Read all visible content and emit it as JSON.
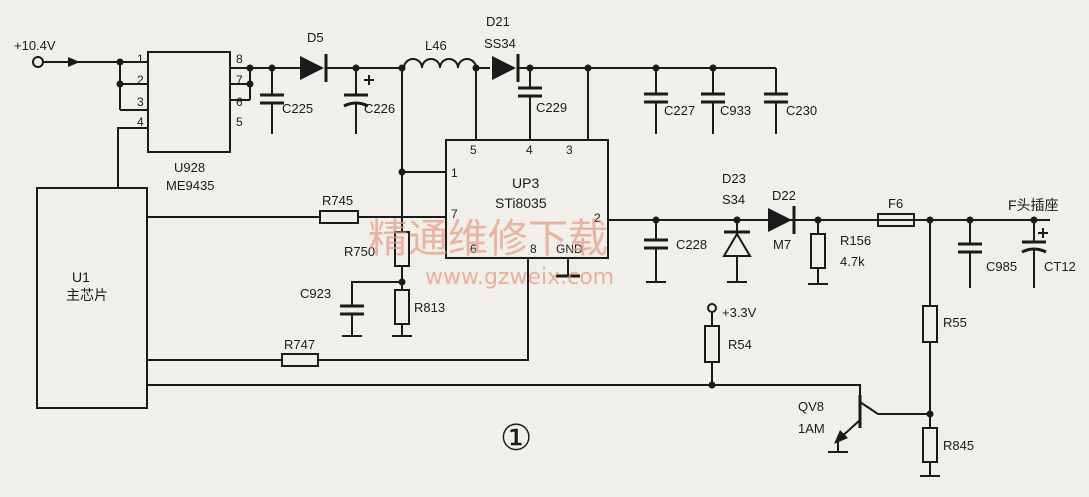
{
  "input_label": "+10.4V",
  "u928": {
    "ref": "U928",
    "part": "ME9435",
    "pins": [
      "1",
      "2",
      "3",
      "4",
      "8",
      "7",
      "6",
      "5"
    ]
  },
  "d5": "D5",
  "l46": "L46",
  "d21": {
    "ref": "D21",
    "part": "SS34"
  },
  "c225": "C225",
  "c226": "C226",
  "c229": "C229",
  "c227": "C227",
  "c933": "C933",
  "c230": "C230",
  "up3": {
    "ref": "UP3",
    "part": "STi8035",
    "pins": [
      "5",
      "4",
      "3",
      "1",
      "7",
      "6",
      "8",
      "2"
    ],
    "gnd": "GND"
  },
  "u1": {
    "ref": "U1",
    "name": "主芯片"
  },
  "r745": "R745",
  "r750": "R750",
  "c923": "C923",
  "r813": "R813",
  "r747": "R747",
  "c228": "C228",
  "d23": {
    "ref": "D23",
    "part": "S34"
  },
  "d22": {
    "ref": "D22",
    "part": "M7"
  },
  "r156": {
    "ref": "R156",
    "value": "4.7k"
  },
  "f6": "F6",
  "connector": "F头插座",
  "c985": "C985",
  "ct12": "CT12",
  "v33": "+3.3V",
  "r54": "R54",
  "r55": "R55",
  "qv8": {
    "ref": "QV8",
    "part": "1AM"
  },
  "r845": "R845",
  "figure_no": "①",
  "watermark": {
    "cn": "精通维修下载",
    "url": "www.gzweix.com"
  }
}
